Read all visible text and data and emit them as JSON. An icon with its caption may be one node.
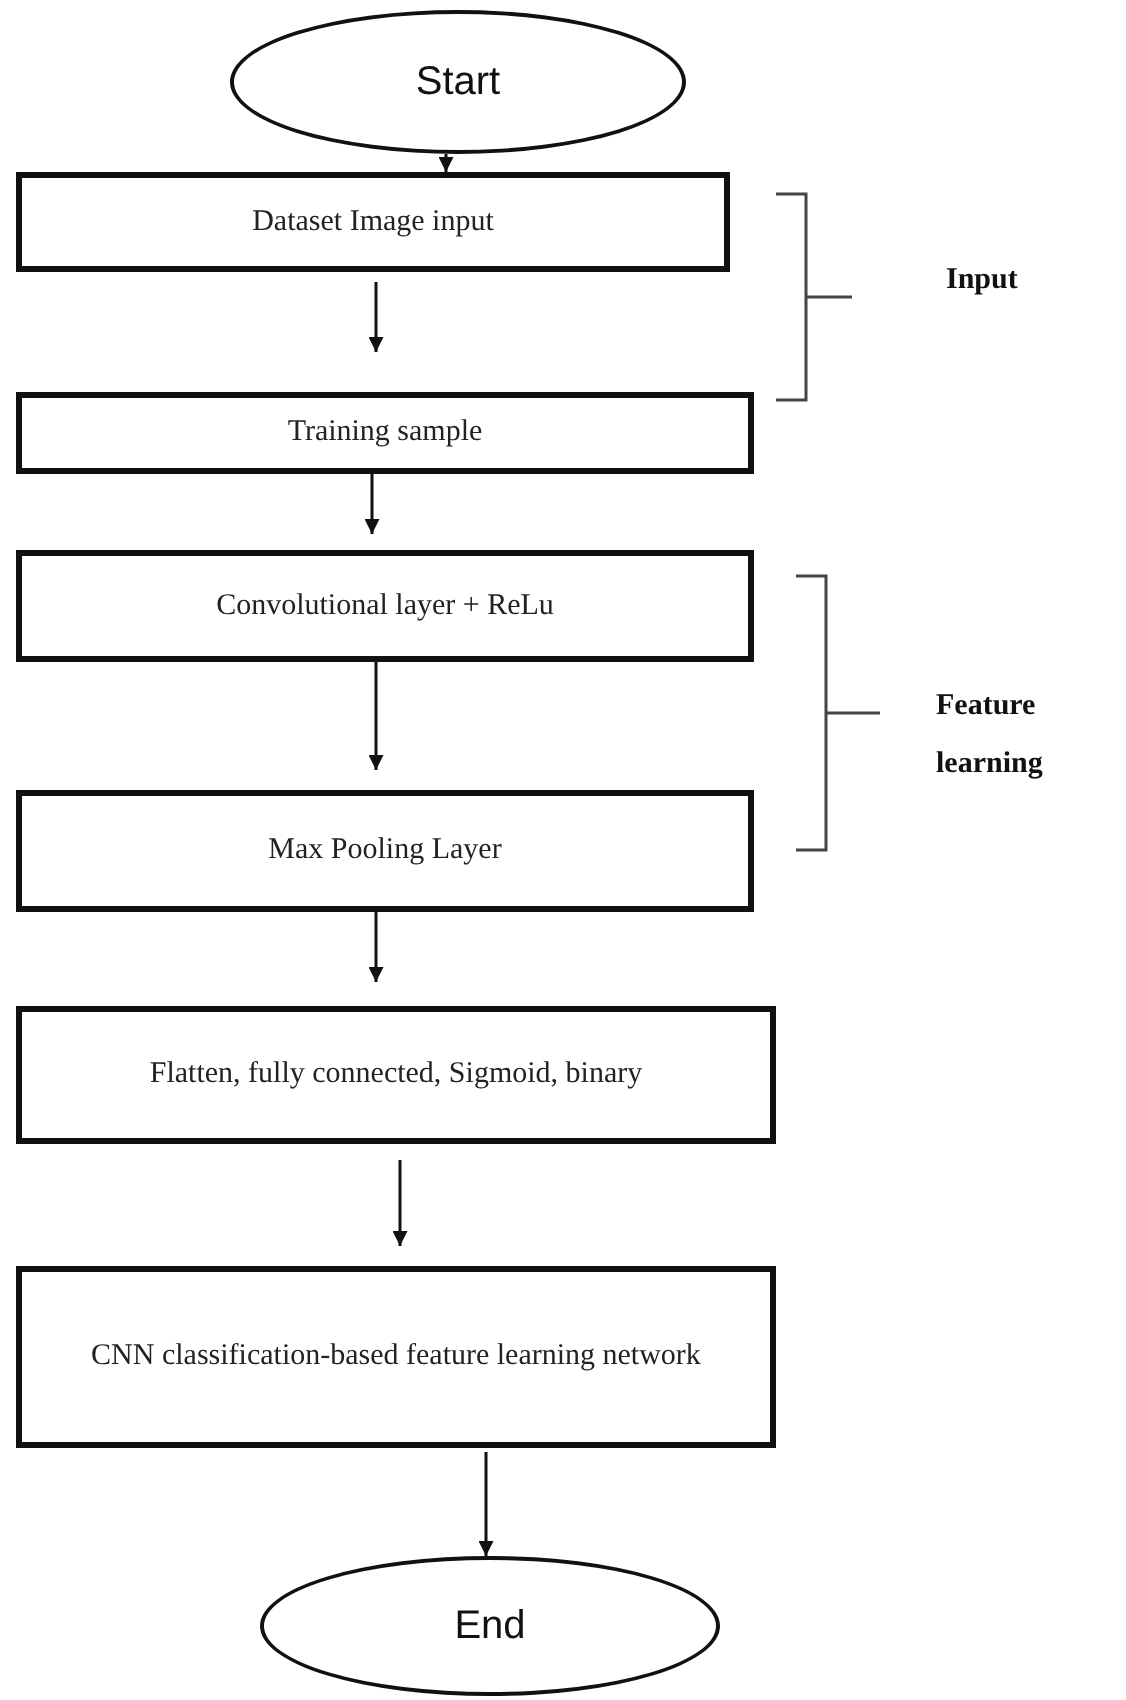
{
  "diagram": {
    "nodes": [
      {
        "text": [
          "Start"
        ]
      },
      {
        "text": [
          "Dataset Image input"
        ]
      },
      {
        "text": [
          "Training sample"
        ]
      },
      {
        "text": [
          "Convolutional layer + ReLu"
        ]
      },
      {
        "text": [
          "Max Pooling Layer"
        ]
      },
      {
        "text": [
          "Flatten, fully connected, Sigmoid, binary"
        ]
      },
      {
        "text": [
          "CNN classification-based feature learning network"
        ]
      },
      {
        "text": [
          "End"
        ]
      }
    ],
    "edges": [
      {
        "from": 0,
        "to": 1,
        "arrow": "to"
      },
      {
        "from": 1,
        "to": 2,
        "arrow": "to"
      },
      {
        "from": 2,
        "to": 3,
        "arrow": "to"
      },
      {
        "from": 3,
        "to": 4,
        "arrow": "to"
      },
      {
        "from": 4,
        "to": 5,
        "arrow": "to"
      },
      {
        "from": 5,
        "to": 6,
        "arrow": "to"
      },
      {
        "from": 6,
        "to": 7,
        "arrow": "to"
      }
    ],
    "labels": [
      "Input",
      "Feature learning"
    ]
  }
}
